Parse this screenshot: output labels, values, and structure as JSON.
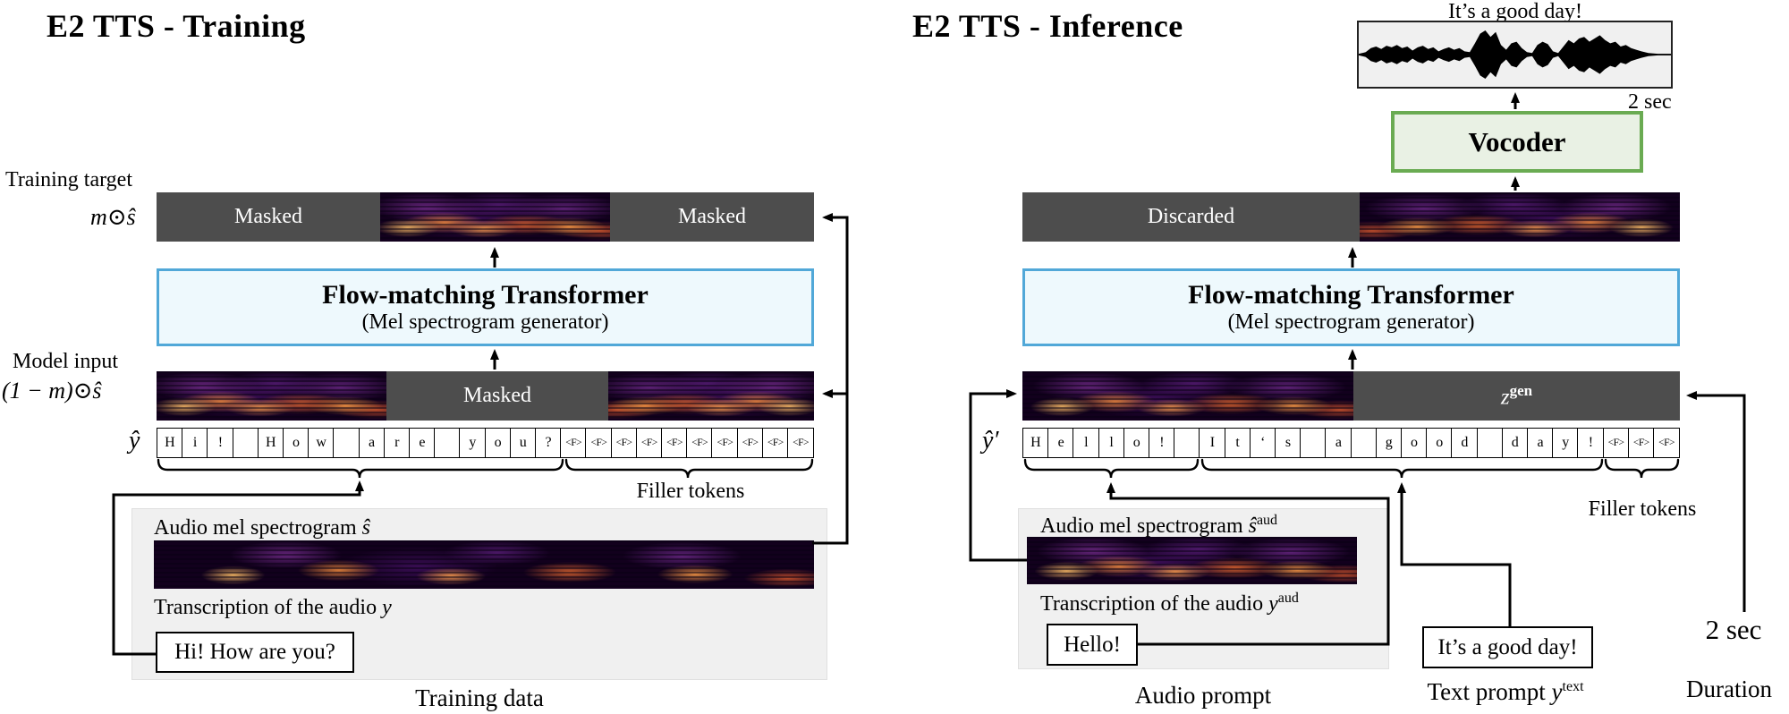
{
  "left": {
    "title": "E2 TTS - Training",
    "target_label": "Training target",
    "target_math": "m⊙ŝ",
    "output_bar": {
      "masked_left": "Masked",
      "masked_right": "Masked"
    },
    "transformer": {
      "title": "Flow-matching Transformer",
      "subtitle": "(Mel spectrogram generator)"
    },
    "input_label": "Model input",
    "input_math": "(1 − m)⊙ŝ",
    "input_bar": {
      "masked": "Masked"
    },
    "tokens_var": "ŷ",
    "tokens": [
      "H",
      "i",
      "!",
      " ",
      "H",
      "o",
      "w",
      " ",
      "a",
      "r",
      "e",
      " ",
      "y",
      "o",
      "u",
      "?",
      "<F>",
      "<F>",
      "<F>",
      "<F>",
      "<F>",
      "<F>",
      "<F>",
      "<F>",
      "<F>",
      "<F>"
    ],
    "filler_label": "Filler tokens",
    "data_box": {
      "spec_label": "Audio mel spectrogram ",
      "spec_math": "ŝ",
      "spec_sup": "",
      "trans_label": "Transcription of the audio ",
      "trans_math": "y",
      "trans_sup": "",
      "transcript": "Hi! How are you?",
      "caption": "Training data"
    }
  },
  "right": {
    "title": "E2 TTS - Inference",
    "speech_caption": "It’s a good day!",
    "wave_duration": "2 sec",
    "vocoder": "Vocoder",
    "output_bar": {
      "discarded": "Discarded"
    },
    "transformer": {
      "title": "Flow-matching Transformer",
      "subtitle": "(Mel spectrogram generator)"
    },
    "z_base": "z",
    "z_sup": "gen",
    "tokens_var": "ŷ′",
    "tokens": [
      "H",
      "e",
      "l",
      "l",
      "o",
      "!",
      " ",
      "I",
      "t",
      "‘",
      "s",
      " ",
      "a",
      " ",
      "g",
      "o",
      "o",
      "d",
      " ",
      "d",
      "a",
      "y",
      "!",
      "<F>",
      "<F>",
      "<F>"
    ],
    "filler_label": "Filler tokens",
    "audio_prompt": {
      "spec_label": "Audio mel spectrogram ",
      "spec_math": "ŝ",
      "spec_sup": "aud",
      "trans_label": "Transcription of the audio ",
      "trans_math": "y",
      "trans_sup": "aud",
      "transcript": "Hello!",
      "caption": "Audio prompt"
    },
    "text_prompt": {
      "value": "It’s a good day!",
      "caption_base": "Text prompt ",
      "caption_math": "y",
      "caption_sup": "text"
    },
    "duration": {
      "value": "2 sec",
      "caption": "Duration"
    },
    "colors": {
      "transformer_border": "#51a8d8",
      "vocoder_border": "#6aab52",
      "masked_gray": "#4d4d4d"
    }
  }
}
